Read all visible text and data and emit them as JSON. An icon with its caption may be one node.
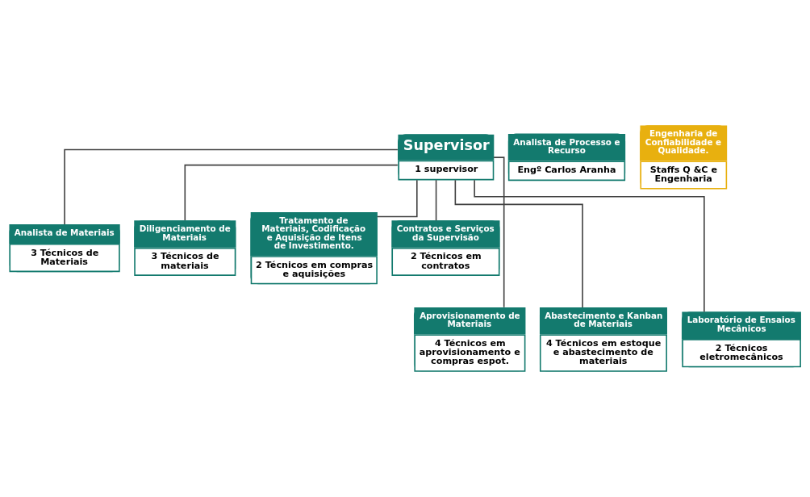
{
  "diagram": {
    "nodes": [
      {
        "text": [
          "Supervisor",
          "1 supervisor"
        ]
      },
      {
        "text": [
          "Analista de Processo e Recurso",
          "Engº Carlos Aranha"
        ]
      },
      {
        "text": [
          "Engenharia de Confiabilidade e Qualidade.",
          "Staffs Q &C e Engenharia"
        ]
      },
      {
        "text": [
          "Analista de Materiais",
          "3 Técnicos de Materiais"
        ]
      },
      {
        "text": [
          "Diligenciamento de Materiais",
          "3 Técnicos de materiais"
        ]
      },
      {
        "text": [
          "Tratamento de Materiais, Codificação e Aquisição de Itens de Investimento.",
          "2 Técnicos em compras e aquisições"
        ]
      },
      {
        "text": [
          "Contratos e Serviços da Supervisão",
          "2 Técnicos em contratos"
        ]
      },
      {
        "text": [
          "Aprovisionamento de Materiais",
          "4 Técnicos em aprovisionamento e compras espot."
        ]
      },
      {
        "text": [
          "Abastecimento e Kanban de Materiais",
          "4 Técnicos em estoque e abastecimento de materiais"
        ]
      },
      {
        "text": [
          "Laboratório de Ensaios Mecânicos",
          "2 Técnicos eletromecânicos"
        ]
      }
    ],
    "edges": [
      {
        "from": 0,
        "to": 3,
        "arrow": "none"
      },
      {
        "from": 0,
        "to": 7,
        "arrow": "none"
      },
      {
        "from": 0,
        "to": 4,
        "arrow": "none"
      },
      {
        "from": 0,
        "to": 8,
        "arrow": "none"
      },
      {
        "from": 0,
        "to": 5,
        "arrow": "none"
      },
      {
        "from": 0,
        "to": 9,
        "arrow": "none"
      },
      {
        "from": 0,
        "to": 6,
        "arrow": "none"
      }
    ]
  }
}
